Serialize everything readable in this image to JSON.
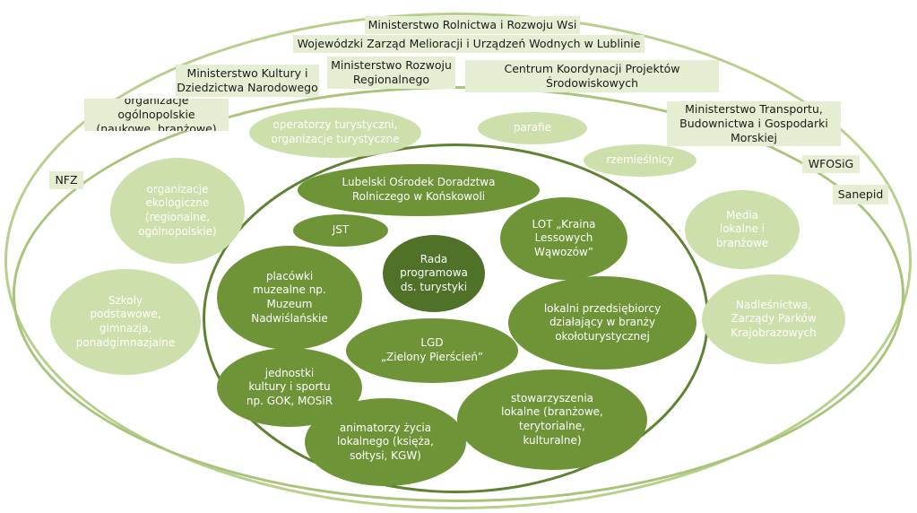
{
  "colors": {
    "outer_ring": "#b6cf8a",
    "middle_ring": "#a9c47a",
    "inner_ring": "#5f8232",
    "box_fill": "#e5eed3",
    "pale_fill": "#cddfaa",
    "pale_text": "#ffffff",
    "mid_fill": "#6e9437",
    "dark_fill": "#4f7128",
    "dark_text": "#ffffff",
    "black_text": "#1b1b1b"
  },
  "outer": {
    "min_rolnictwa": "Ministerstwo Rolnictwa  i Rozwoju Wsi",
    "wzmiuw": "Wojewódzki Zarząd Melioracji i Urządzeń Wodnych w Lublinie",
    "min_kultury": "Ministerstwo Kultury i\nDziedzictwa Narodowego",
    "min_rozwoju": "Ministerstwo Rozwoju\nRegionalnego",
    "ckps": "Centrum Koordynacji Projektów\nŚrodowiskowych",
    "org_ogolnopolskie": "organizacje ogólnopolskie\n(naukowe, branżowe)",
    "min_transportu": "Ministerstwo Transportu,\nBudownictwa i Gospodarki\nMorskiej",
    "nfz": "NFZ",
    "wfosig": "WFOSiG",
    "sanepid": "Sanepid"
  },
  "middle": {
    "operatorzy": "operatorzy turystyczni,\norganizacje turystyczne",
    "parafie": "parafie",
    "rzemieslnicy": "rzemieślnicy",
    "org_ekologiczne": "organizacje\nekologiczne\n(regionalne,\nogólnopolskie)",
    "media": "Media\nlokalne i\nbranżowe",
    "szkoly": "Szkoły\npodstawowe,\ngimnazja,\nponadgimnazjalne",
    "nadlesnictwa": "Nadleśnictwa,\nZarządy Parków\nKrajobrazowych"
  },
  "inner": {
    "lodr": "Lubelski Ośrodek Doradztwa\nRolniczego w Końskowoli",
    "jst": "JST",
    "lot": "LOT „Kraina\nLessowych\nWąwozów”",
    "rada": "Rada\nprogramowa\nds. turystyki",
    "placowki": "placówki\nmuzealne np.\nMuzeum\nNadwiślańskie",
    "przedsiebiorcy": "lokalni przedsiębiorcy\ndziałający w branży\nokołoturystycznej",
    "lgd": "LGD\n„Zielony Pierścień”",
    "jednostki": "jednostki\nkultury i sportu\nnp. GOK, MOSiR",
    "stowarzyszenia": "stowarzyszenia\nlokalne (branżowe,\nterytorialne,\nkulturalne)",
    "animatorzy": "animatorzy życia\nlokalnego (księża,\nsołtysi, KGW)"
  }
}
